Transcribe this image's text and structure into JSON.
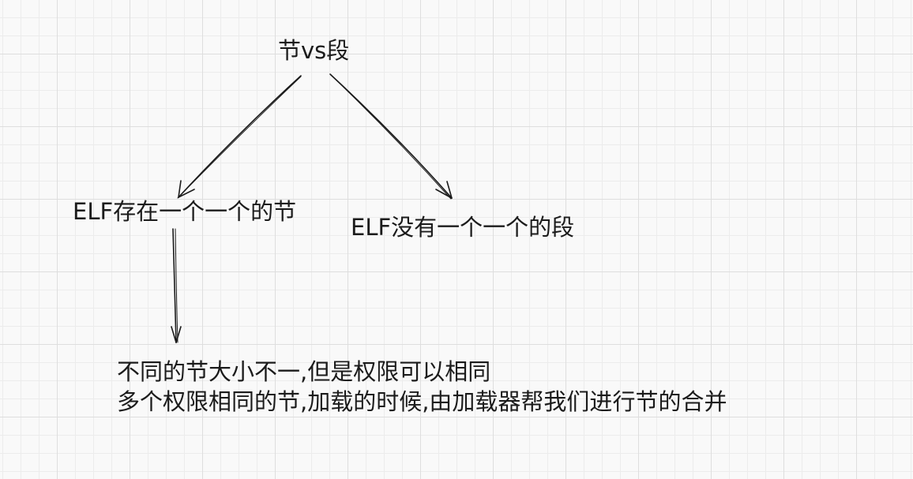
{
  "diagram": {
    "title": "节vs段",
    "left_node": "ELF存在一个一个的节",
    "right_node": "ELF没有一个一个的段",
    "notes": [
      "不同的节大小不一,但是权限可以相同",
      "多个权限相同的节,加载的时候,由加载器帮我们进行节的合并"
    ],
    "colors": {
      "stroke": "#1b1b1b",
      "grid": "#dedede",
      "background": "#f9f9f9"
    }
  }
}
